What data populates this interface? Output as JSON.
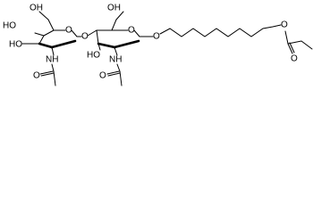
{
  "molecule": {
    "atom_labels": {
      "ho_ring1_c6": "OH",
      "ho_ring1_c4": "HO",
      "ho_ring1_c3": "HO",
      "o_ring1": "O",
      "nh_ring1": "NH",
      "o_ring1_acetyl": "O",
      "o_glycosidic": "O",
      "ho_ring2_c6": "OH",
      "o_ring2": "O",
      "ho_ring2_c3": "HO",
      "nh_ring2": "NH",
      "o_ring2_acetyl": "O",
      "o_aglycone": "O",
      "o_ester": "O",
      "o_ester_carbonyl": "O"
    }
  }
}
